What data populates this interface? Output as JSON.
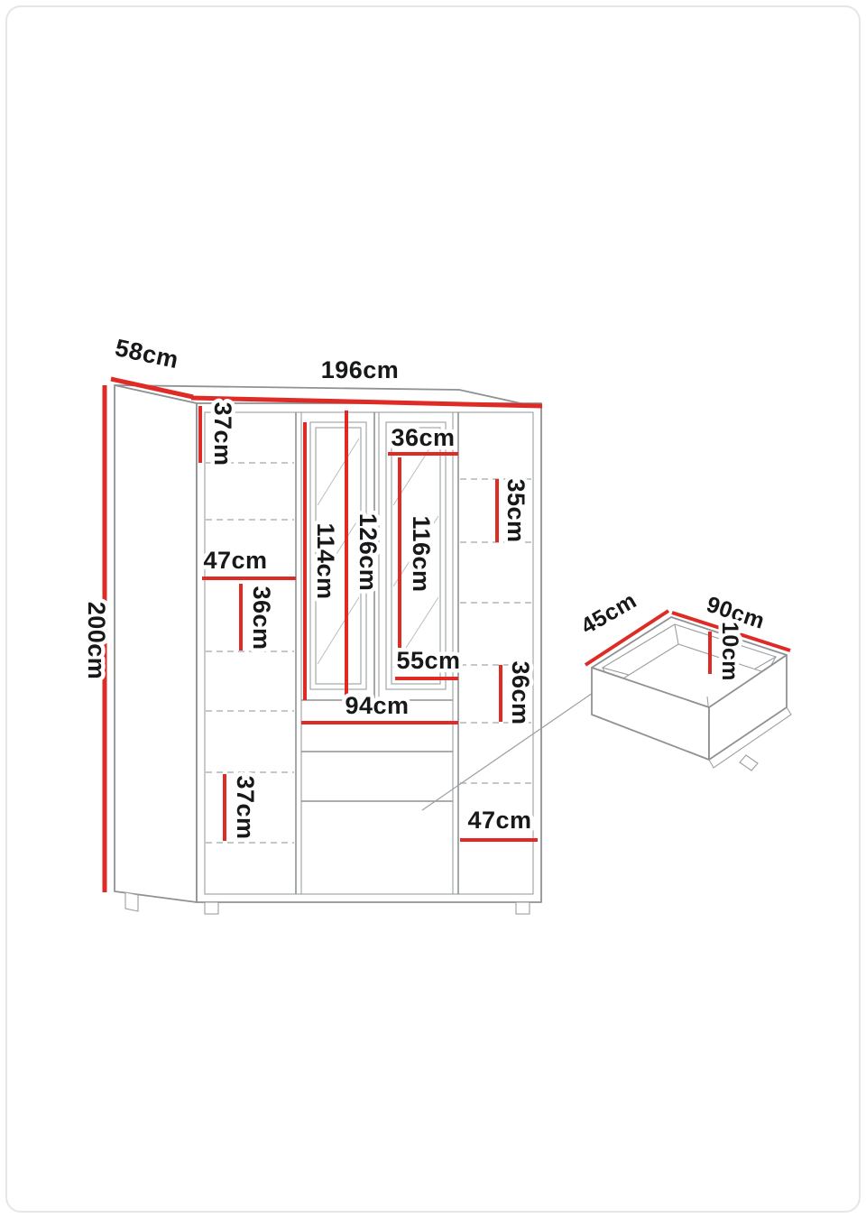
{
  "diagram": {
    "type": "furniture-dimension-diagram",
    "colors": {
      "dimension_line": "#de2b26",
      "drawing_line": "#8f9193",
      "label_text": "#17181a"
    },
    "wardrobe": {
      "width": "196cm",
      "depth": "58cm",
      "height": "200cm",
      "top_left_shelf": "37cm",
      "right_door_top_width": "36cm",
      "right_top_shelf": "35cm",
      "left_section_width": "47cm",
      "left_middle_shelf": "36cm",
      "left_mirror_height": "114cm",
      "door_height": "126cm",
      "right_mirror_height": "116cm",
      "door_bottom_width": "55cm",
      "drawer_section_width": "94cm",
      "right_middle_shelf": "36cm",
      "bottom_left_shelf": "37cm",
      "right_section_width": "47cm"
    },
    "drawer": {
      "depth": "45cm",
      "width": "90cm",
      "height": "10cm"
    }
  }
}
